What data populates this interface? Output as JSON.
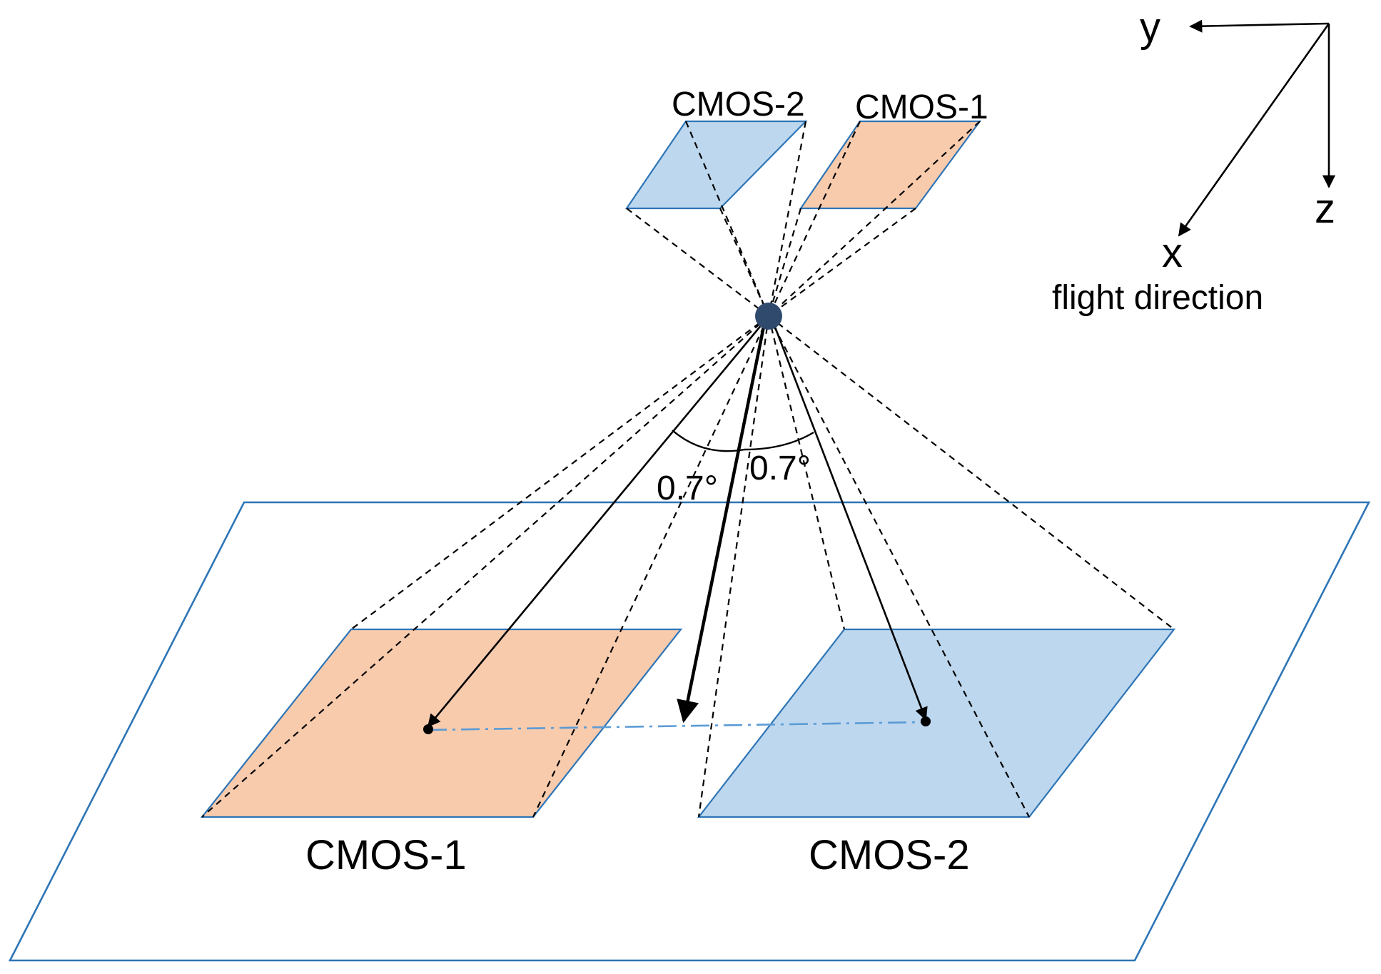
{
  "colors": {
    "cmos1_fill": "#f8cbad",
    "cmos2_fill": "#bdd7ee",
    "outline_blue": "#2e75b6",
    "center_dot": "#2f4a6d",
    "connector_blue": "#5b9bd5"
  },
  "sensors": {
    "top_left_label": "CMOS-2",
    "top_right_label": "CMOS-1"
  },
  "ground": {
    "left_label": "CMOS-1",
    "right_label": "CMOS-2"
  },
  "angles": {
    "left": "0.7°",
    "right": "0.7°"
  },
  "axes": {
    "y_label": "y",
    "z_label": "z",
    "x_label": "x",
    "x_caption": "flight direction"
  }
}
